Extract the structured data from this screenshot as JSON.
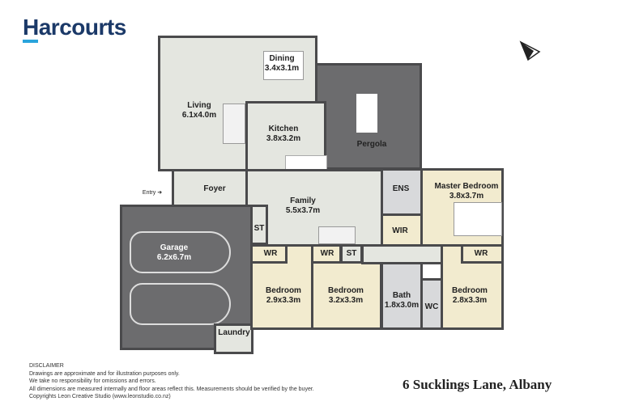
{
  "brand": {
    "logo_text": "Harcourts",
    "color": "#1b3968",
    "accent": "#2aa4dc"
  },
  "compass": {
    "icon": "north-arrow-icon"
  },
  "rooms": {
    "dining": {
      "name": "Dining",
      "size": "3.4x3.1m"
    },
    "living": {
      "name": "Living",
      "size": "6.1x4.0m"
    },
    "kitchen": {
      "name": "Kitchen",
      "size": "3.8x3.2m"
    },
    "pergola": {
      "name": "Pergola"
    },
    "foyer": {
      "name": "Foyer"
    },
    "entry": {
      "name": "Entry"
    },
    "family": {
      "name": "Family",
      "size": "5.5x3.7m"
    },
    "ens": {
      "name": "ENS"
    },
    "master": {
      "name": "Master Bedroom",
      "size": "3.8x3.7m"
    },
    "wir": {
      "name": "WIR"
    },
    "garage": {
      "name": "Garage",
      "size": "6.2x6.7m"
    },
    "st1": {
      "name": "ST"
    },
    "st2": {
      "name": "ST"
    },
    "wr1": {
      "name": "WR"
    },
    "wr2": {
      "name": "WR"
    },
    "wr3": {
      "name": "WR"
    },
    "bed1": {
      "name": "Bedroom",
      "size": "2.9x3.3m"
    },
    "bed2": {
      "name": "Bedroom",
      "size": "3.2x3.3m"
    },
    "bed3": {
      "name": "Bedroom",
      "size": "2.8x3.3m"
    },
    "bath": {
      "name": "Bath",
      "size": "1.8x3.0m"
    },
    "wc": {
      "name": "WC"
    },
    "laundry": {
      "name": "Laundry"
    }
  },
  "colors": {
    "living": "#e4e6e0",
    "bedroom": "#f2ebcf",
    "wet": "#d8d9db",
    "outdoor": "#6c6c6e",
    "wall": "#4a4a4c"
  },
  "disclaimer": {
    "title": "DISCLAIMER",
    "lines": [
      "Drawings are approximate and for illustration purposes only.",
      "We take no responsibility for omissions and errors.",
      "All dimensions are measured internally and floor areas reflect this.  Measurements should be verified by the buyer.",
      "Copyrights Leon Creative Studio (www.leonstudio.co.nz)"
    ]
  },
  "address": "6 Sucklings Lane, Albany"
}
